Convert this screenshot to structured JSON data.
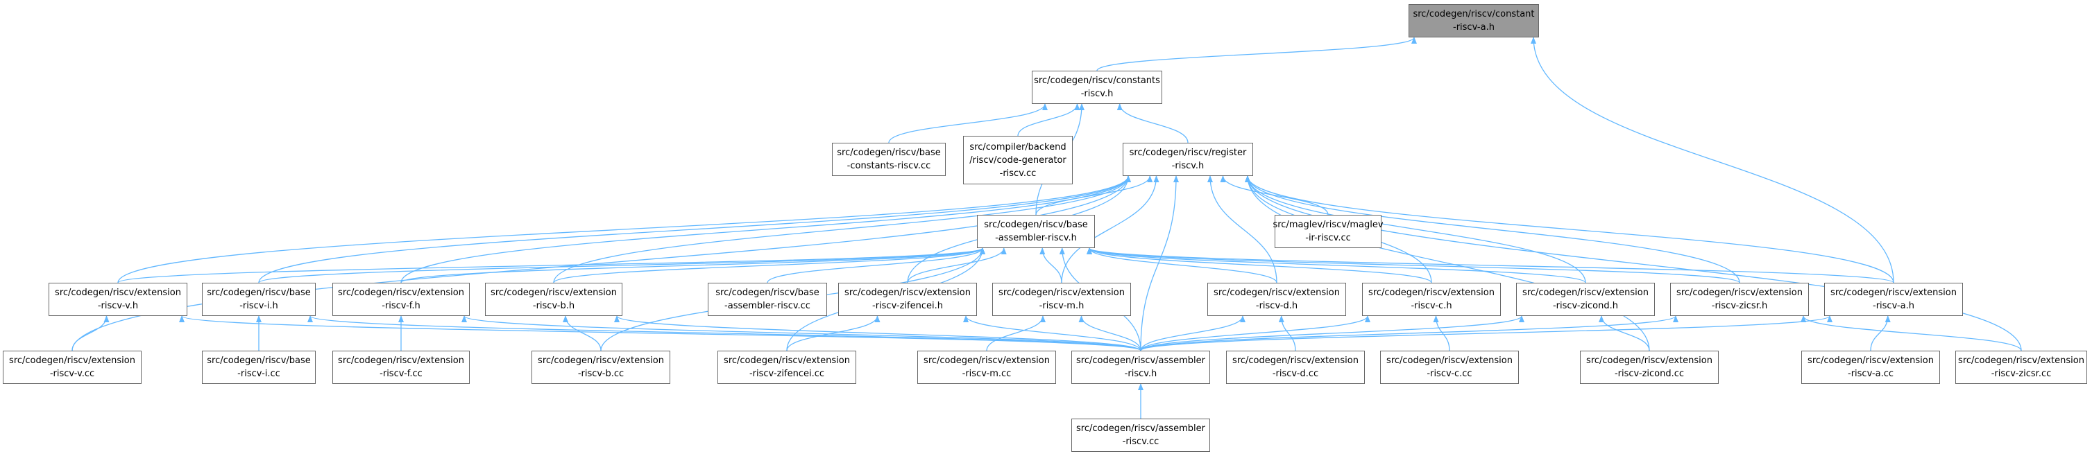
{
  "colors": {
    "edge": "#63b8ff",
    "node_border": "#666666",
    "root_fill": "#999999",
    "node_fill": "#ffffff"
  },
  "nodes": {
    "constant_a_h": {
      "label": "src/codegen/riscv/constant\n-riscv-a.h"
    },
    "constants_h": {
      "label": "src/codegen/riscv/constants\n-riscv.h"
    },
    "base_constants_cc": {
      "label": "src/codegen/riscv/base\n-constants-riscv.cc"
    },
    "code_generator_cc": {
      "label": "src/compiler/backend\n/riscv/code-generator\n-riscv.cc"
    },
    "register_h": {
      "label": "src/codegen/riscv/register\n-riscv.h"
    },
    "base_assembler_h": {
      "label": "src/codegen/riscv/base\n-assembler-riscv.h"
    },
    "maglev_cc": {
      "label": "src/maglev/riscv/maglev\n-ir-riscv.cc"
    },
    "ext_v_h": {
      "label": "src/codegen/riscv/extension\n-riscv-v.h"
    },
    "base_i_h": {
      "label": "src/codegen/riscv/base\n-riscv-i.h"
    },
    "ext_f_h": {
      "label": "src/codegen/riscv/extension\n-riscv-f.h"
    },
    "ext_b_h": {
      "label": "src/codegen/riscv/extension\n-riscv-b.h"
    },
    "base_assembler_cc": {
      "label": "src/codegen/riscv/base\n-assembler-riscv.cc"
    },
    "ext_zifencei_h": {
      "label": "src/codegen/riscv/extension\n-riscv-zifencei.h"
    },
    "ext_m_h": {
      "label": "src/codegen/riscv/extension\n-riscv-m.h"
    },
    "ext_d_h": {
      "label": "src/codegen/riscv/extension\n-riscv-d.h"
    },
    "ext_c_h": {
      "label": "src/codegen/riscv/extension\n-riscv-c.h"
    },
    "ext_zicond_h": {
      "label": "src/codegen/riscv/extension\n-riscv-zicond.h"
    },
    "ext_zicsr_h": {
      "label": "src/codegen/riscv/extension\n-riscv-zicsr.h"
    },
    "ext_a_h": {
      "label": "src/codegen/riscv/extension\n-riscv-a.h"
    },
    "ext_v_cc": {
      "label": "src/codegen/riscv/extension\n-riscv-v.cc"
    },
    "base_i_cc": {
      "label": "src/codegen/riscv/base\n-riscv-i.cc"
    },
    "ext_f_cc": {
      "label": "src/codegen/riscv/extension\n-riscv-f.cc"
    },
    "ext_b_cc": {
      "label": "src/codegen/riscv/extension\n-riscv-b.cc"
    },
    "ext_zifencei_cc": {
      "label": "src/codegen/riscv/extension\n-riscv-zifencei.cc"
    },
    "ext_m_cc": {
      "label": "src/codegen/riscv/extension\n-riscv-m.cc"
    },
    "assembler_h": {
      "label": "src/codegen/riscv/assembler\n-riscv.h"
    },
    "ext_d_cc": {
      "label": "src/codegen/riscv/extension\n-riscv-d.cc"
    },
    "ext_c_cc": {
      "label": "src/codegen/riscv/extension\n-riscv-c.cc"
    },
    "ext_zicond_cc": {
      "label": "src/codegen/riscv/extension\n-riscv-zicond.cc"
    },
    "ext_a_cc": {
      "label": "src/codegen/riscv/extension\n-riscv-a.cc"
    },
    "ext_zicsr_cc": {
      "label": "src/codegen/riscv/extension\n-riscv-zicsr.cc"
    },
    "assembler_cc": {
      "label": "src/codegen/riscv/assembler\n-riscv.cc"
    }
  },
  "edges": [
    [
      "constants_h",
      "constant_a_h"
    ],
    [
      "ext_a_h",
      "constant_a_h"
    ],
    [
      "base_constants_cc",
      "constants_h"
    ],
    [
      "code_generator_cc",
      "constants_h"
    ],
    [
      "register_h",
      "constants_h"
    ],
    [
      "base_assembler_h",
      "constants_h"
    ],
    [
      "base_assembler_h",
      "register_h"
    ],
    [
      "maglev_cc",
      "register_h"
    ],
    [
      "ext_v_cc",
      "register_h"
    ],
    [
      "ext_v_h",
      "register_h"
    ],
    [
      "base_i_h",
      "register_h"
    ],
    [
      "ext_f_h",
      "register_h"
    ],
    [
      "ext_b_h",
      "register_h"
    ],
    [
      "ext_zifencei_h",
      "register_h"
    ],
    [
      "ext_m_h",
      "register_h"
    ],
    [
      "assembler_h",
      "register_h"
    ],
    [
      "ext_d_h",
      "register_h"
    ],
    [
      "ext_c_h",
      "register_h"
    ],
    [
      "ext_zicond_h",
      "register_h"
    ],
    [
      "ext_zicsr_h",
      "register_h"
    ],
    [
      "ext_a_h",
      "register_h"
    ],
    [
      "ext_zicond_cc",
      "register_h"
    ],
    [
      "ext_zicsr_cc",
      "register_h"
    ],
    [
      "ext_v_h",
      "base_assembler_h"
    ],
    [
      "base_i_h",
      "base_assembler_h"
    ],
    [
      "ext_f_h",
      "base_assembler_h"
    ],
    [
      "ext_b_h",
      "base_assembler_h"
    ],
    [
      "base_assembler_cc",
      "base_assembler_h"
    ],
    [
      "ext_zifencei_h",
      "base_assembler_h"
    ],
    [
      "ext_m_h",
      "base_assembler_h"
    ],
    [
      "ext_d_h",
      "base_assembler_h"
    ],
    [
      "ext_c_h",
      "base_assembler_h"
    ],
    [
      "ext_zicond_h",
      "base_assembler_h"
    ],
    [
      "ext_zicsr_h",
      "base_assembler_h"
    ],
    [
      "ext_a_h",
      "base_assembler_h"
    ],
    [
      "assembler_h",
      "base_assembler_h"
    ],
    [
      "ext_b_cc",
      "base_assembler_h"
    ],
    [
      "ext_zifencei_cc",
      "base_assembler_h"
    ],
    [
      "ext_v_cc",
      "ext_v_h"
    ],
    [
      "base_i_cc",
      "base_i_h"
    ],
    [
      "ext_f_cc",
      "ext_f_h"
    ],
    [
      "ext_b_cc",
      "ext_b_h"
    ],
    [
      "ext_zifencei_cc",
      "ext_zifencei_h"
    ],
    [
      "ext_m_cc",
      "ext_m_h"
    ],
    [
      "ext_d_cc",
      "ext_d_h"
    ],
    [
      "ext_c_cc",
      "ext_c_h"
    ],
    [
      "ext_zicond_cc",
      "ext_zicond_h"
    ],
    [
      "ext_a_cc",
      "ext_a_h"
    ],
    [
      "ext_zicsr_cc",
      "ext_zicsr_h"
    ],
    [
      "assembler_h",
      "ext_v_h"
    ],
    [
      "assembler_h",
      "base_i_h"
    ],
    [
      "assembler_h",
      "ext_f_h"
    ],
    [
      "assembler_h",
      "ext_b_h"
    ],
    [
      "assembler_h",
      "ext_zifencei_h"
    ],
    [
      "assembler_h",
      "ext_m_h"
    ],
    [
      "assembler_h",
      "ext_d_h"
    ],
    [
      "assembler_h",
      "ext_c_h"
    ],
    [
      "assembler_h",
      "ext_zicond_h"
    ],
    [
      "assembler_h",
      "ext_zicsr_h"
    ],
    [
      "assembler_h",
      "ext_a_h"
    ],
    [
      "assembler_cc",
      "assembler_h"
    ]
  ]
}
